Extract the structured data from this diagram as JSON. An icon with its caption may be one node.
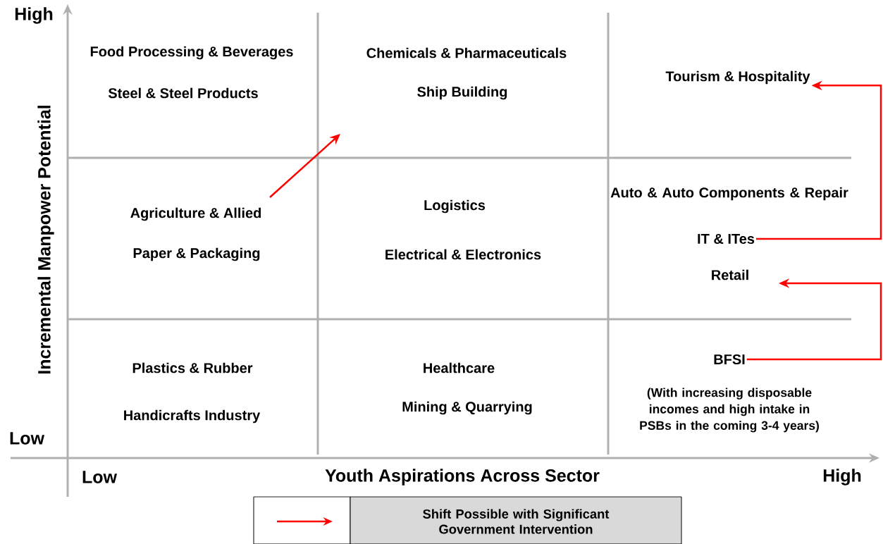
{
  "diagram": {
    "nodes": [
      {
        "text": [
          "Food Processing & Beverages"
        ]
      },
      {
        "text": [
          "Steel & Steel Products"
        ]
      },
      {
        "text": [
          "Chemicals & Pharmaceuticals"
        ]
      },
      {
        "text": [
          "Ship Building"
        ]
      },
      {
        "text": [
          "Tourism & Hospitality"
        ]
      },
      {
        "text": [
          "Agriculture & Allied"
        ]
      },
      {
        "text": [
          "Paper & Packaging"
        ]
      },
      {
        "text": [
          "Logistics"
        ]
      },
      {
        "text": [
          "Electrical & Electronics"
        ]
      },
      {
        "text": [
          "Auto & Auto Components & Repair"
        ]
      },
      {
        "text": [
          "IT & ITes"
        ]
      },
      {
        "text": [
          "Retail"
        ]
      },
      {
        "text": [
          "Plastics & Rubber"
        ]
      },
      {
        "text": [
          "Handicrafts Industry"
        ]
      },
      {
        "text": [
          "Healthcare"
        ]
      },
      {
        "text": [
          "Mining & Quarrying"
        ]
      },
      {
        "text": [
          "BFSI"
        ],
        "beside": [
          "(With increasing disposable incomes and high intake in PSBs in the coming 3-4 years)"
        ]
      }
    ],
    "edges": [
      {
        "from": 5,
        "to": null,
        "arrow": "to"
      },
      {
        "from": 10,
        "to": 4,
        "arrow": "to"
      },
      {
        "from": 16,
        "to": 11,
        "arrow": "to"
      }
    ],
    "labels": [
      "High",
      "Incremental Manpower Potential",
      "Low",
      "Low",
      "Youth Aspirations Across Sector",
      "High"
    ],
    "legend": [
      {
        "text": "Shift Possible with Significant Government Intervention"
      }
    ]
  }
}
